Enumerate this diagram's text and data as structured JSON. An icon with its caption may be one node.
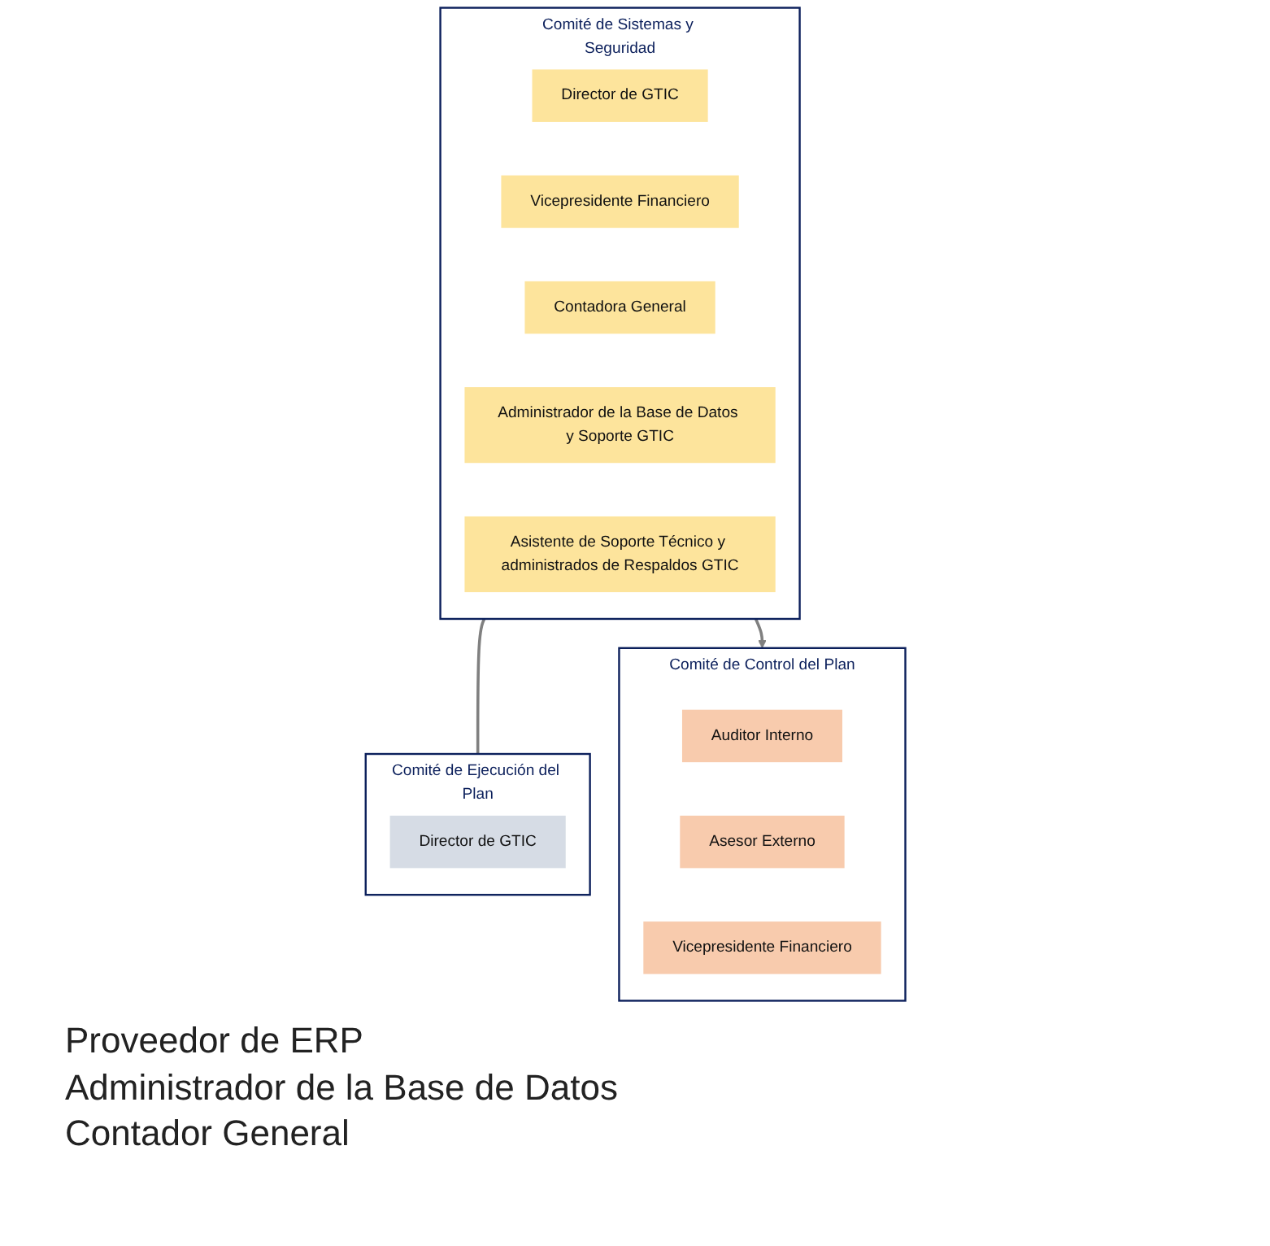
{
  "diagram": {
    "nodes": [
      {
        "text": [
          "Comité de Sistemas y Seguridad"
        ]
      },
      {
        "text": [
          "Director de GTIC"
        ],
        "in": 0
      },
      {
        "text": [
          "Vicepresidente Financiero"
        ],
        "in": 0
      },
      {
        "text": [
          "Contadora General"
        ],
        "in": 0
      },
      {
        "text": [
          "Administrador de la Base de Datos y Soporte GTIC"
        ],
        "in": 0
      },
      {
        "text": [
          "Asistente de Soporte Técnico y administrados de Respaldos GTIC"
        ],
        "in": 0
      },
      {
        "text": [
          "Comité de Ejecución del Plan"
        ]
      },
      {
        "text": [
          "Director de GTIC"
        ],
        "in": 6
      },
      {
        "text": [
          "Comité de Control del Plan"
        ]
      },
      {
        "text": [
          "Auditor Interno"
        ],
        "in": 8
      },
      {
        "text": [
          "Asesor Externo"
        ],
        "in": 8
      },
      {
        "text": [
          "Vicepresidente Financiero"
        ],
        "in": 8
      }
    ],
    "edges": [
      {
        "from": 0,
        "to": 6,
        "arrow": "none"
      },
      {
        "from": 0,
        "to": 8,
        "arrow": "to"
      }
    ],
    "labels": [
      "Proveedor de ERP",
      "Administrador de la Base de Datos",
      "Contador General"
    ]
  }
}
